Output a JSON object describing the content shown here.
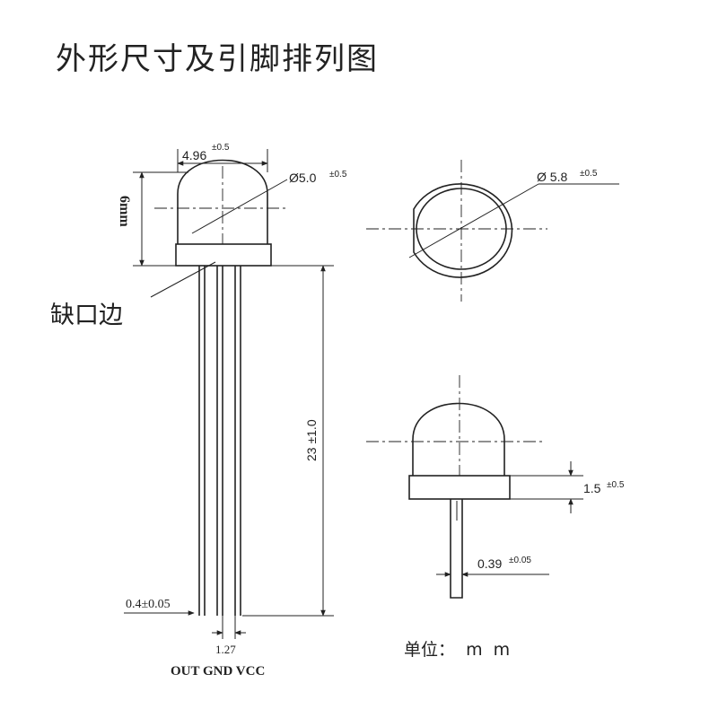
{
  "title": "外形尺寸及引脚排列图",
  "front_view": {
    "width_dim": "4.96",
    "width_tol": "±0.5",
    "dia_dim": "Ø5.0",
    "dia_tol": "±0.5",
    "height_dim": "6mm",
    "flat_edge_label": "缺口边",
    "length_dim": "23 ±1.0",
    "pin_width_dim": "0.4±0.05",
    "pitch_dim": "1.27",
    "pin_labels": "OUT GND VCC"
  },
  "top_view": {
    "dia_dim": "Ø 5.8",
    "dia_tol": "±0.5"
  },
  "side_view": {
    "flange_dim": "1.5",
    "flange_tol": "±0.5",
    "lead_dim": "0.39",
    "lead_tol": "±0.05"
  },
  "unit_label": "单位：  m  m"
}
